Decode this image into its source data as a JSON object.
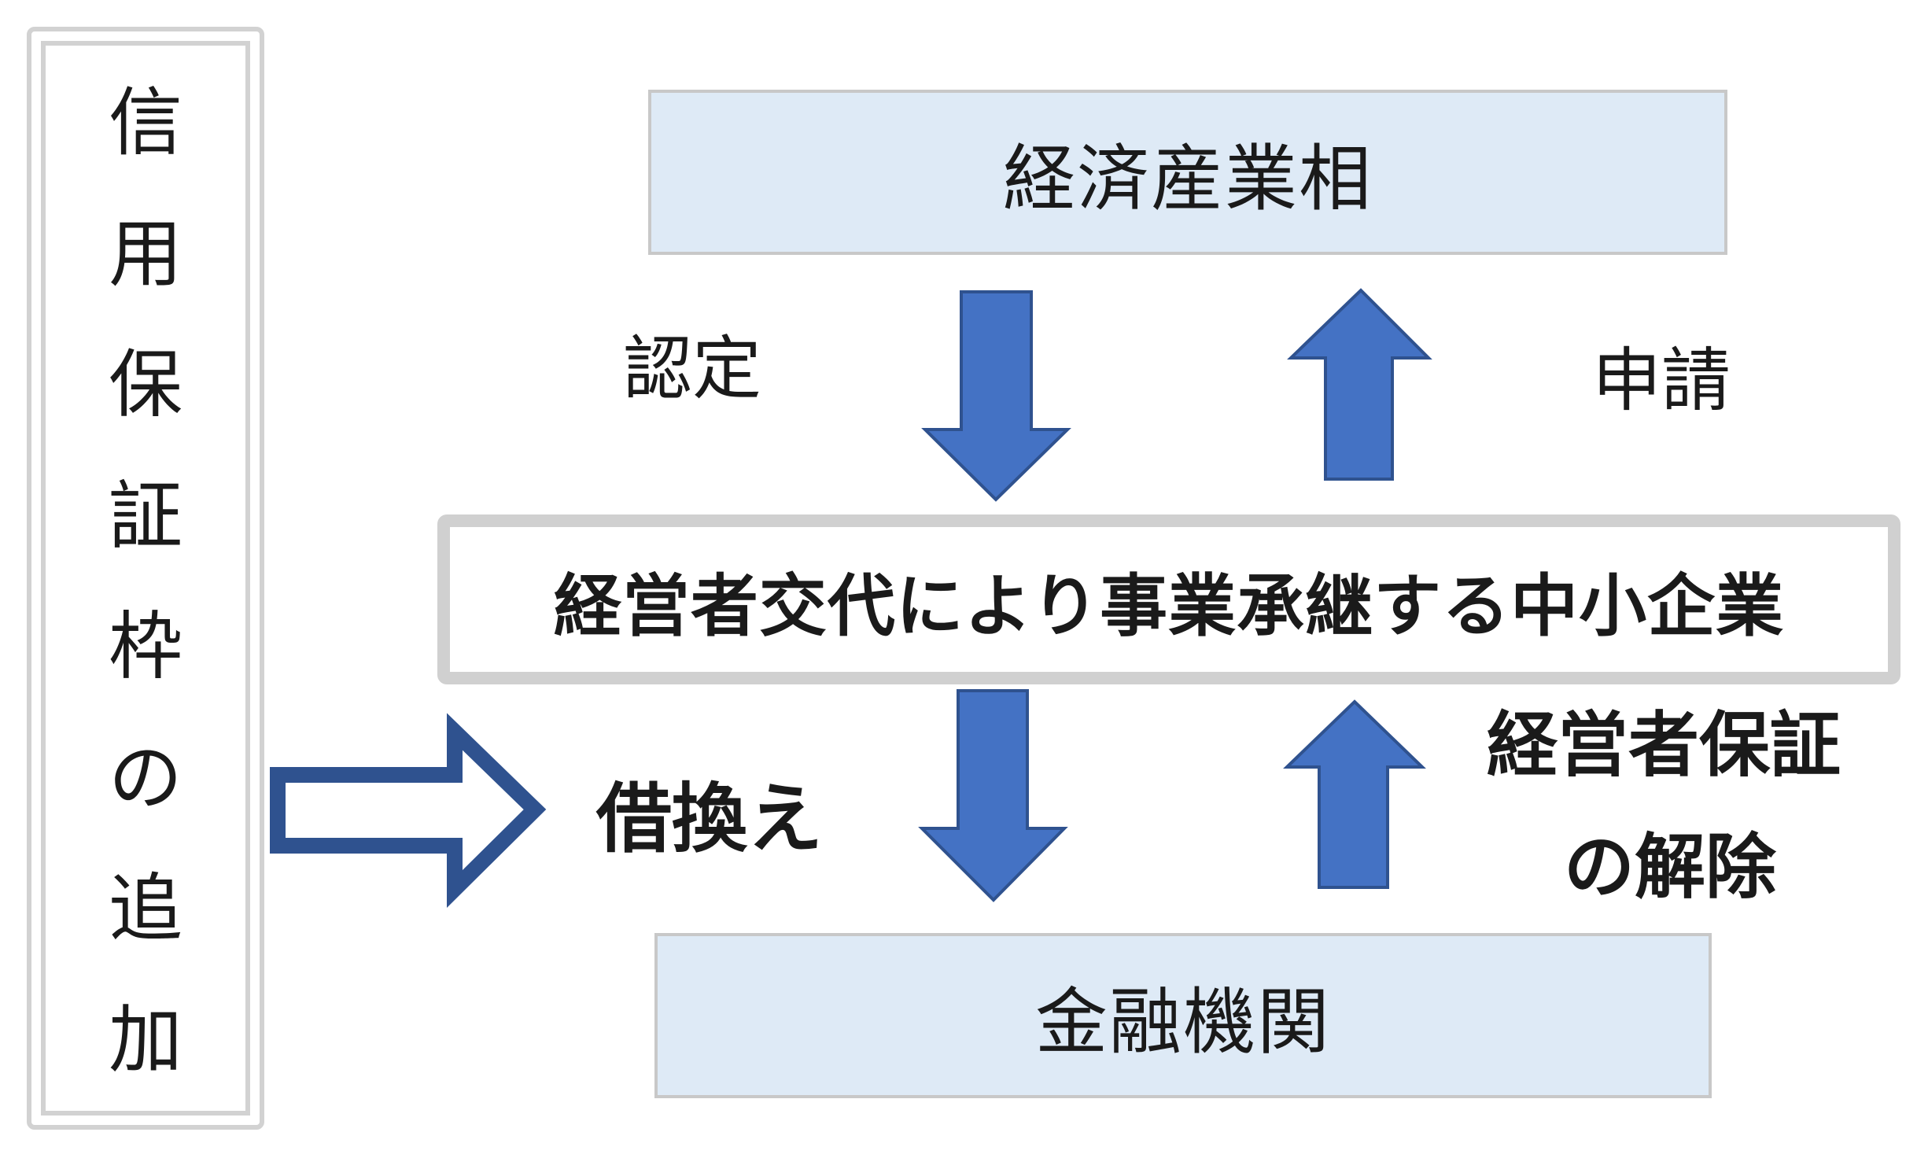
{
  "side_panel": {
    "label_chars": [
      "信",
      "用",
      "保",
      "証",
      "枠",
      "の",
      "追",
      "加"
    ]
  },
  "top_box": {
    "label": "経済産業相"
  },
  "center_box": {
    "label": "経営者交代により事業承継する中小企業"
  },
  "bottom_box": {
    "label": "金融機関"
  },
  "labels": {
    "nintei": "認定",
    "shinsei": "申請",
    "karikae": "借換え",
    "hosho_line1": "経営者保証",
    "hosho_line2": "の解除"
  },
  "colors": {
    "arrow_fill": "#4472c4",
    "arrow_stroke": "#2f528f",
    "box_fill": "#deeaf6",
    "box_border": "#c8c8c8",
    "center_border": "#d0d0d0"
  }
}
